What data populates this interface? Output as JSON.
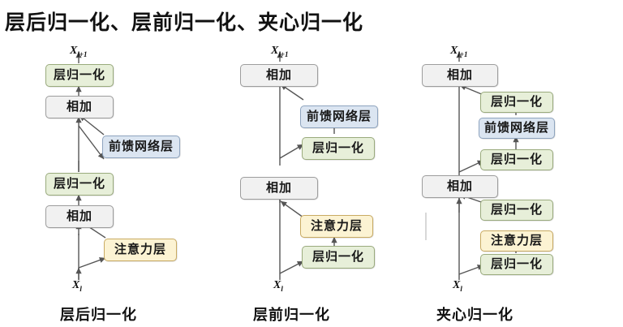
{
  "title": "层后归一化、层前归一化、夹心归一化",
  "labels": {
    "x_in": "X",
    "x_in_sub": "l",
    "x_out": "X",
    "x_out_sub": "l+1"
  },
  "block_text": {
    "add": "相加",
    "layernorm": "层归一化",
    "ffn": "前馈网络层",
    "attention": "注意力层"
  },
  "colors": {
    "gray_fill": "#f1f1f1",
    "gray_border": "#9d9d9d",
    "green_fill": "#e7efd9",
    "green_border": "#9aab7d",
    "blue_fill": "#dbe5f1",
    "blue_border": "#8ea4bf",
    "yellow_fill": "#fcf3d3",
    "yellow_border": "#c9ab63",
    "wire": "#555555",
    "background": "#ffffff"
  },
  "columns": [
    {
      "id": "post-ln",
      "caption": "层后归一化",
      "blocks": [
        {
          "name": "layernorm-top",
          "text": "层归一化",
          "style": "green"
        },
        {
          "name": "add-upper",
          "text": "相加",
          "style": "gray"
        },
        {
          "name": "ffn",
          "text": "前馈网络层",
          "style": "blue"
        },
        {
          "name": "layernorm-mid",
          "text": "层归一化",
          "style": "green"
        },
        {
          "name": "add-lower",
          "text": "相加",
          "style": "gray"
        },
        {
          "name": "attention",
          "text": "注意力层",
          "style": "yellow"
        }
      ]
    },
    {
      "id": "pre-ln",
      "caption": "层前归一化",
      "blocks": [
        {
          "name": "add-upper",
          "text": "相加",
          "style": "gray"
        },
        {
          "name": "ffn",
          "text": "前馈网络层",
          "style": "blue"
        },
        {
          "name": "layernorm-ffn",
          "text": "层归一化",
          "style": "green"
        },
        {
          "name": "add-lower",
          "text": "相加",
          "style": "gray"
        },
        {
          "name": "attention",
          "text": "注意力层",
          "style": "yellow"
        },
        {
          "name": "layernorm-attn",
          "text": "层归一化",
          "style": "green"
        }
      ]
    },
    {
      "id": "sandwich-ln",
      "caption": "夹心归一化",
      "blocks": [
        {
          "name": "add-upper",
          "text": "相加",
          "style": "gray"
        },
        {
          "name": "layernorm-ffn-post",
          "text": "层归一化",
          "style": "green"
        },
        {
          "name": "ffn",
          "text": "前馈网络层",
          "style": "blue"
        },
        {
          "name": "layernorm-ffn-pre",
          "text": "层归一化",
          "style": "green"
        },
        {
          "name": "add-lower",
          "text": "相加",
          "style": "gray"
        },
        {
          "name": "layernorm-attn-post",
          "text": "层归一化",
          "style": "green"
        },
        {
          "name": "attention",
          "text": "注意力层",
          "style": "yellow"
        },
        {
          "name": "layernorm-attn-pre",
          "text": "层归一化",
          "style": "green"
        }
      ]
    }
  ]
}
